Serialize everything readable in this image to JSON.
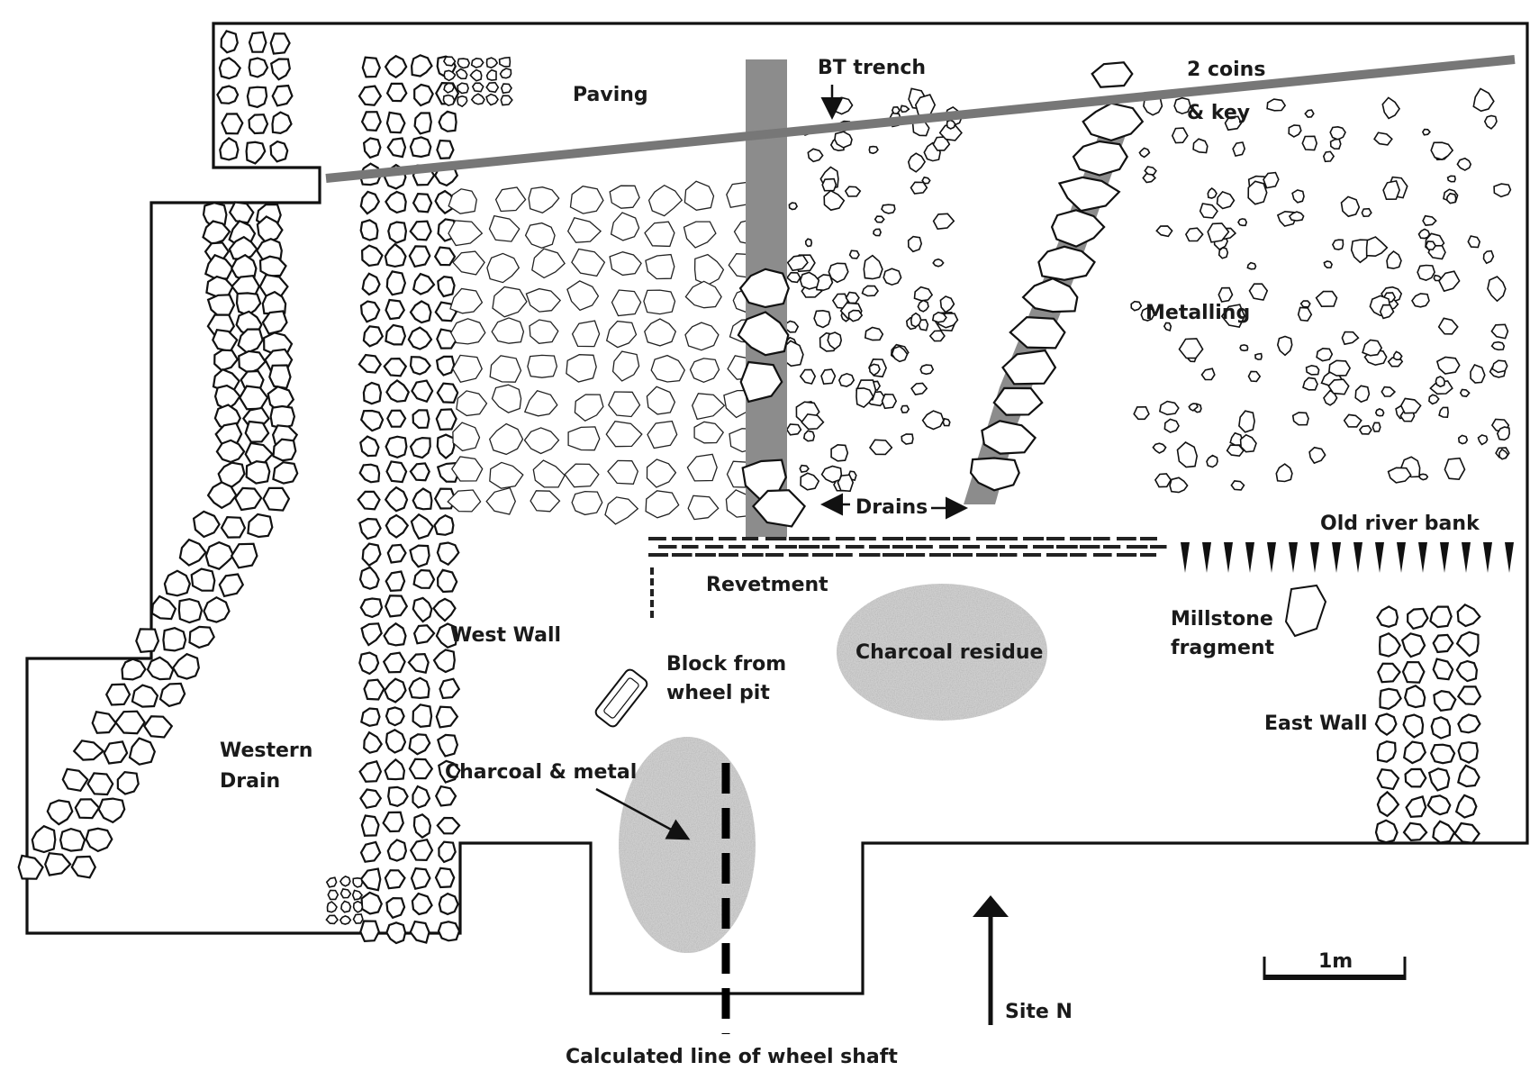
{
  "labels": {
    "bt_trench": "BT trench",
    "coins_line1": "2 coins",
    "coins_line2": "& key",
    "paving": "Paving",
    "metalling": "Metalling",
    "drains": "Drains",
    "old_river_bank": "Old river bank",
    "revetment": "Revetment",
    "west_wall": "West Wall",
    "charcoal_residue": "Charcoal residue",
    "millstone_line1": "Millstone",
    "millstone_line2": "fragment",
    "block_line1": "Block from",
    "block_line2": "wheel pit",
    "east_wall": "East Wall",
    "western_drain_line1": "Western",
    "western_drain_line2": "Drain",
    "charcoal_metal": "Charcoal & metal",
    "scale": "1m",
    "site_n": "Site N",
    "wheel_shaft": "Calculated line of wheel shaft"
  },
  "colors": {
    "ink": "#111111",
    "trench_fill": "#8c8c8c",
    "charcoal_fill": "#cfcfcf"
  }
}
